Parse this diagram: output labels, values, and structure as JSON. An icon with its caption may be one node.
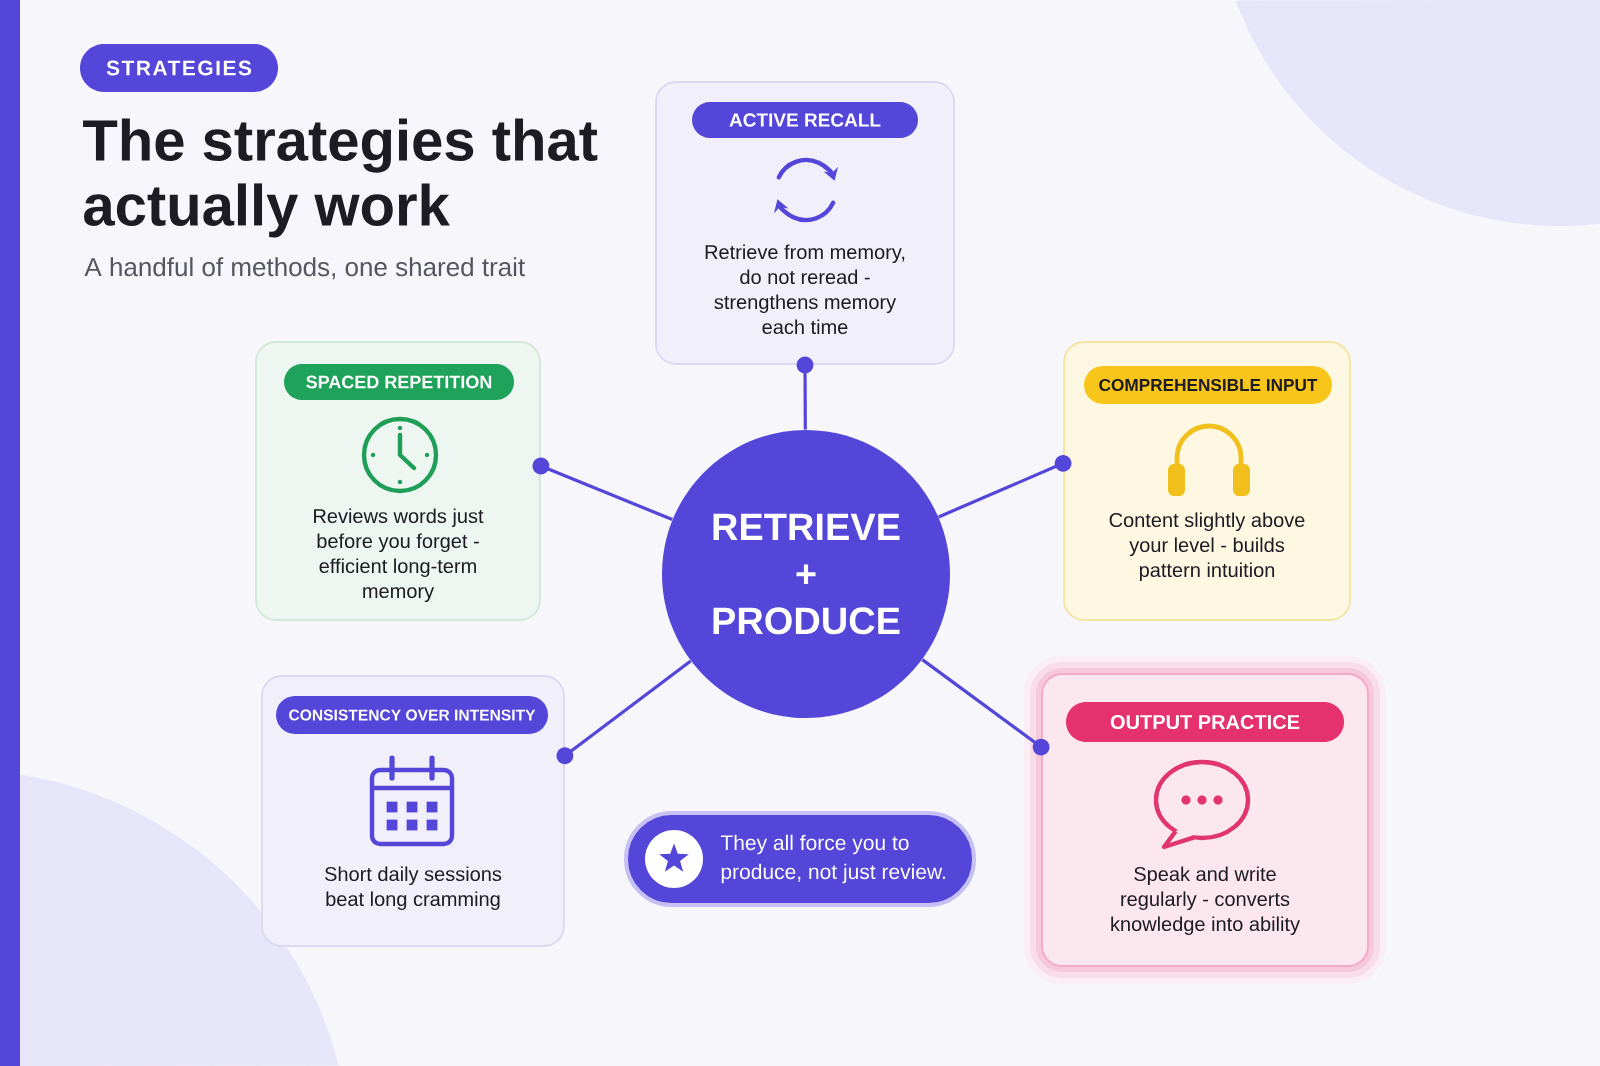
{
  "diagram": {
    "title": "The strategies that actually work",
    "nodes": [
      {
        "text": [
          "STRATEGIES"
        ]
      },
      {
        "text": [
          "ACTIVE RECALL",
          "Retrieve from memory, do not reread - strengthens memory each time"
        ]
      },
      {
        "text": [
          "SPACED REPETITION",
          "Reviews words just before you forget - efficient long-term memory"
        ]
      },
      {
        "text": [
          "COMPREHENSIBLE INPUT",
          "Content slightly above your level - builds pattern intuition"
        ]
      },
      {
        "text": [
          "RETRIEVE + PRODUCE"
        ]
      },
      {
        "text": [
          "CONSISTENCY OVER INTENSITY",
          "Short daily sessions beat long cramming"
        ]
      },
      {
        "text": [
          "OUTPUT PRACTICE",
          "Speak and write regularly - converts knowledge into ability"
        ]
      },
      {
        "text": [
          "They all force you to produce, not just review."
        ]
      }
    ],
    "edges": [
      {
        "from": 4,
        "to": 1,
        "arrow": "other"
      },
      {
        "from": 4,
        "to": 2,
        "arrow": "other"
      },
      {
        "from": 4,
        "to": 3,
        "arrow": "other"
      },
      {
        "from": 4,
        "to": 5,
        "arrow": "other"
      },
      {
        "from": 4,
        "to": 6,
        "arrow": "other"
      }
    ],
    "labels": [
      "A handful of methods, one shared trait"
    ]
  }
}
